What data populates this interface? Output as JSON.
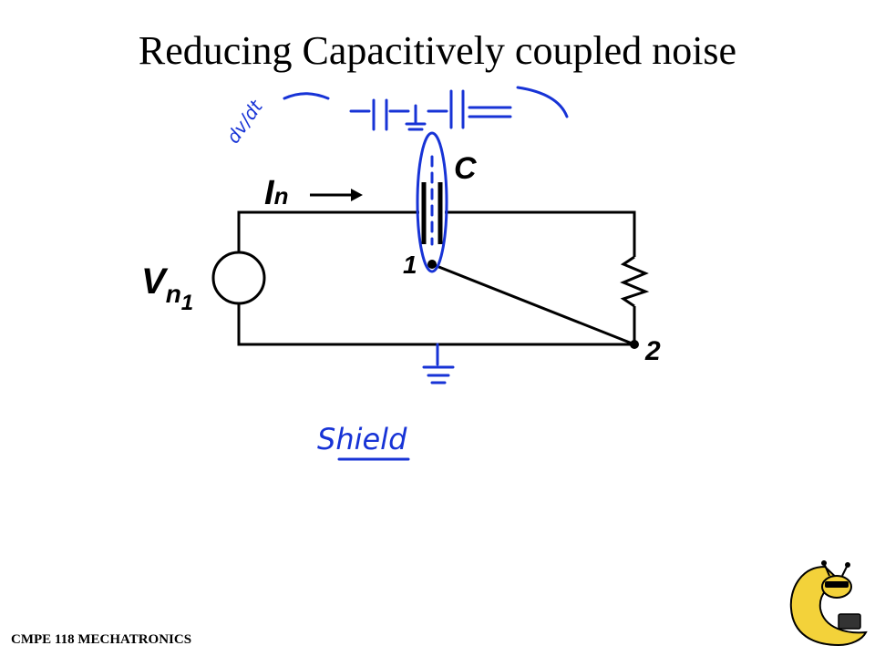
{
  "title": "Reducing Capacitively coupled noise",
  "footer": "CMPE 118 MECHATRONICS",
  "diagram": {
    "current_label": "I",
    "current_sub": "n",
    "capacitor_label": "C",
    "source_label": "V",
    "source_sub": "n",
    "source_subsub": "1",
    "node1_label": "1",
    "node2_label": "2"
  },
  "annotations": {
    "derivative": "dv/dt",
    "shield_note": "Shield"
  },
  "colors": {
    "ink": "#000000",
    "annotation": "#1733d6",
    "logo": "#f3d23a"
  },
  "logo": "banana-slug-mascot"
}
